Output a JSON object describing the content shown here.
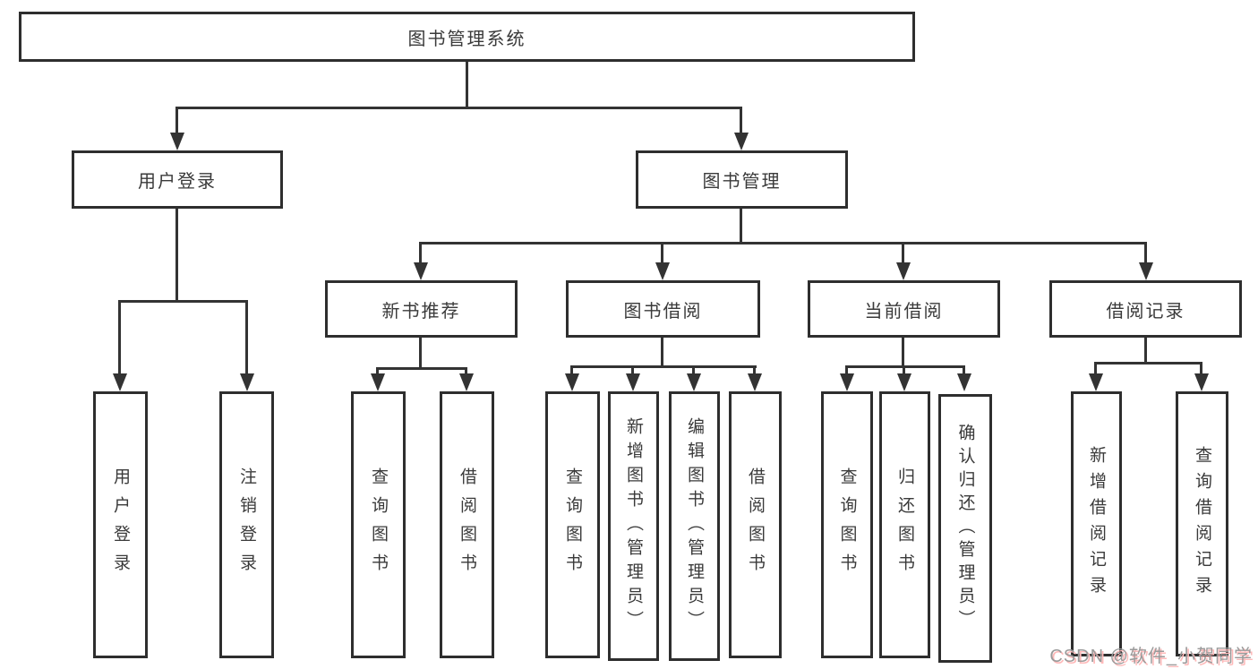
{
  "diagram": {
    "title_node": {
      "label": "图书管理系统"
    },
    "level2": [
      {
        "id": "user-login",
        "label": "用户登录"
      },
      {
        "id": "book-management",
        "label": "图书管理"
      }
    ],
    "level3": [
      {
        "id": "new-book-recommend",
        "parent": "图书管理",
        "label": "新书推荐"
      },
      {
        "id": "book-borrowing",
        "parent": "图书管理",
        "label": "图书借阅"
      },
      {
        "id": "current-borrowing",
        "parent": "图书管理",
        "label": "当前借阅"
      },
      {
        "id": "borrowing-records",
        "parent": "图书管理",
        "label": "借阅记录"
      }
    ],
    "leaves": [
      {
        "parent": "用户登录",
        "label": "用户登录"
      },
      {
        "parent": "用户登录",
        "label": "注销登录"
      },
      {
        "parent": "新书推荐",
        "label": "查询图书"
      },
      {
        "parent": "新书推荐",
        "label": "借阅图书"
      },
      {
        "parent": "图书借阅",
        "label": "查询图书"
      },
      {
        "parent": "图书借阅",
        "label": "新增图书（管理员）"
      },
      {
        "parent": "图书借阅",
        "label": "编辑图书（管理员）"
      },
      {
        "parent": "图书借阅",
        "label": "借阅图书"
      },
      {
        "parent": "当前借阅",
        "label": "查询图书"
      },
      {
        "parent": "当前借阅",
        "label": "归还图书"
      },
      {
        "parent": "当前借阅",
        "label": "确认归还（管理员）"
      },
      {
        "parent": "借阅记录",
        "label": "新增借阅记录"
      },
      {
        "parent": "借阅记录",
        "label": "查询借阅记录"
      }
    ],
    "watermark": "CSDN @软件_小贺同学",
    "colors": {
      "line": "#333333",
      "box_border": "#2e2e2e",
      "text": "#3a3a3a",
      "background": "#ffffff",
      "watermark_text": "#9a9a9a",
      "watermark_shadow": "#ffb9b9"
    }
  }
}
